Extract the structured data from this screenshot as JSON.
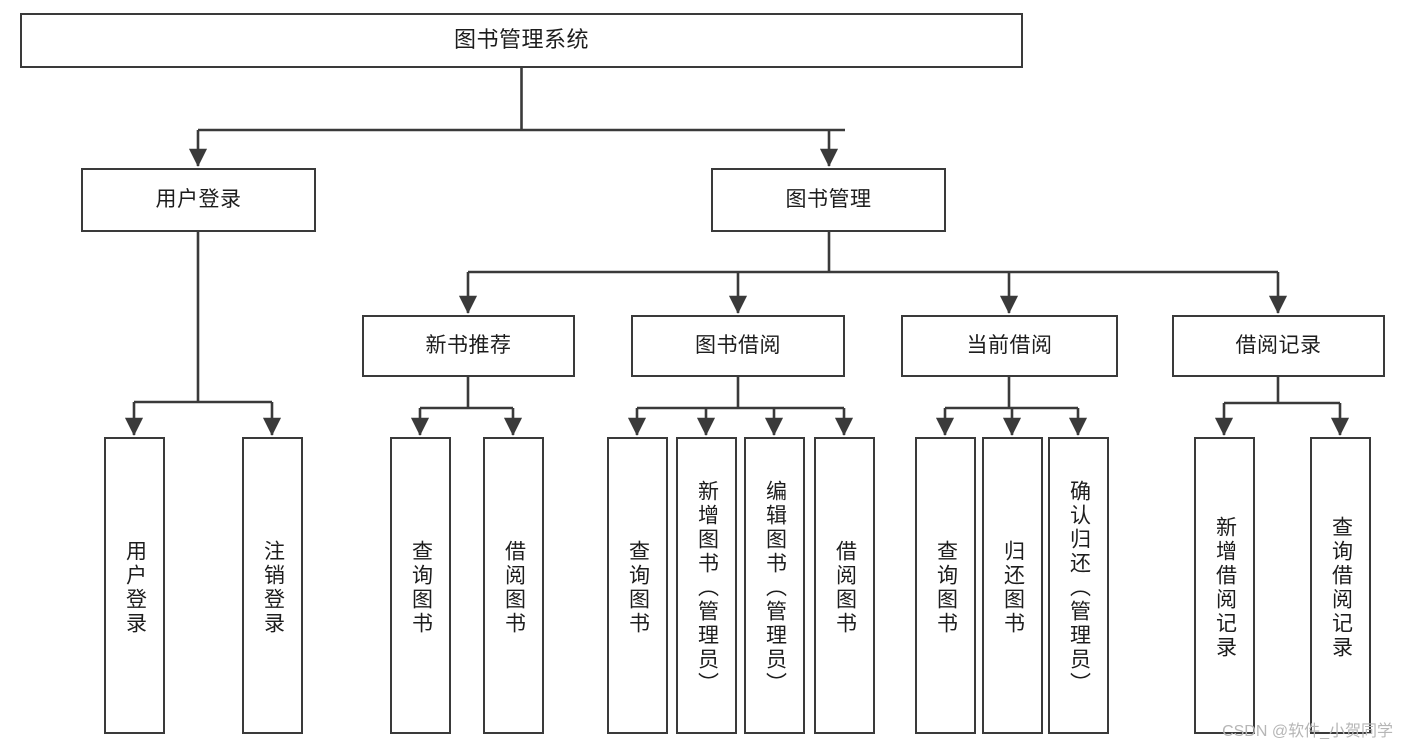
{
  "diagram": {
    "type": "tree-hierarchy",
    "title": "图书管理系统",
    "orientation": "top-down",
    "levels": 4,
    "colors": {
      "node_border": "#3a3a3a",
      "node_fill": "#ffffff",
      "edge": "#3a3a3a",
      "text": "#1d1d1d",
      "watermark": "#b6b6b6",
      "background": "#ffffff"
    },
    "root": {
      "id": "root",
      "label": "图书管理系统"
    },
    "level2": [
      {
        "id": "user-login",
        "label": "用户登录"
      },
      {
        "id": "book-manage",
        "label": "图书管理"
      }
    ],
    "level3": [
      {
        "id": "new-book-rec",
        "label": "新书推荐",
        "parent": "book-manage"
      },
      {
        "id": "book-borrow",
        "label": "图书借阅",
        "parent": "book-manage"
      },
      {
        "id": "current-borrow",
        "label": "当前借阅",
        "parent": "book-manage"
      },
      {
        "id": "borrow-record",
        "label": "借阅记录",
        "parent": "book-manage"
      }
    ],
    "leaves": [
      {
        "id": "leaf-user-login",
        "label": "用户登录",
        "parent": "user-login"
      },
      {
        "id": "leaf-user-logout",
        "label": "注销登录",
        "parent": "user-login"
      },
      {
        "id": "leaf-rec-query-book",
        "label": "查询图书",
        "parent": "new-book-rec"
      },
      {
        "id": "leaf-rec-borrow-book",
        "label": "借阅图书",
        "parent": "new-book-rec"
      },
      {
        "id": "leaf-borrow-query-book",
        "label": "查询图书",
        "parent": "book-borrow"
      },
      {
        "id": "leaf-borrow-add-book",
        "label": "新增图书（管理员）",
        "parent": "book-borrow"
      },
      {
        "id": "leaf-borrow-edit-book",
        "label": "编辑图书（管理员）",
        "parent": "book-borrow"
      },
      {
        "id": "leaf-borrow-borrow-book",
        "label": "借阅图书",
        "parent": "book-borrow"
      },
      {
        "id": "leaf-current-query-book",
        "label": "查询图书",
        "parent": "current-borrow"
      },
      {
        "id": "leaf-current-return-book",
        "label": "归还图书",
        "parent": "current-borrow"
      },
      {
        "id": "leaf-current-confirm-return",
        "label": "确认归还（管理员）",
        "parent": "current-borrow"
      },
      {
        "id": "leaf-record-add",
        "label": "新增借阅记录",
        "parent": "borrow-record"
      },
      {
        "id": "leaf-record-query",
        "label": "查询借阅记录",
        "parent": "borrow-record"
      }
    ],
    "watermark": "CSDN @软件_小贺同学"
  }
}
